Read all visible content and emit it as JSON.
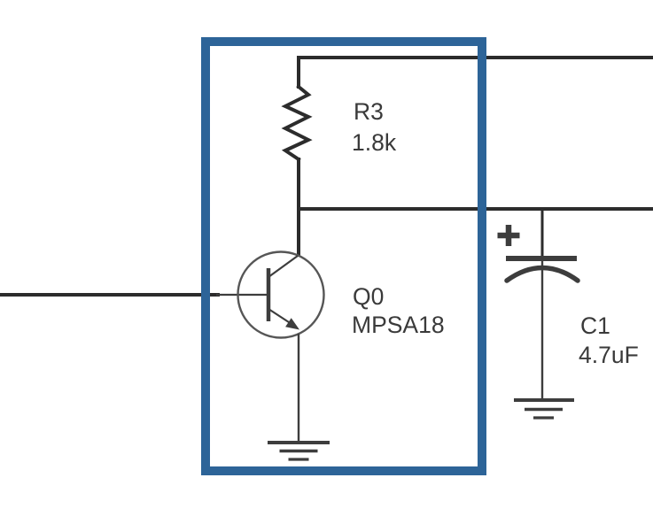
{
  "schematic": {
    "components": [
      {
        "kind": "resistor",
        "refdes": "R3",
        "value": "1.8k"
      },
      {
        "kind": "npn-transistor",
        "refdes": "Q0",
        "value": "MPSA18"
      },
      {
        "kind": "electrolytic-capacitor",
        "refdes": "C1",
        "value": "4.7uF",
        "polarity_mark": "+"
      }
    ],
    "symbols": {
      "grounds": [
        "transistor-emitter-ground",
        "capacitor-ground"
      ],
      "highlight": "selection-rectangle"
    },
    "colors": {
      "background": "#ffffff",
      "wire": "#2c2c2c",
      "symbol": "#3d3d3d",
      "transistor_outline": "#565656",
      "label": "#3a3a3a",
      "highlight": "#2d6498"
    }
  }
}
